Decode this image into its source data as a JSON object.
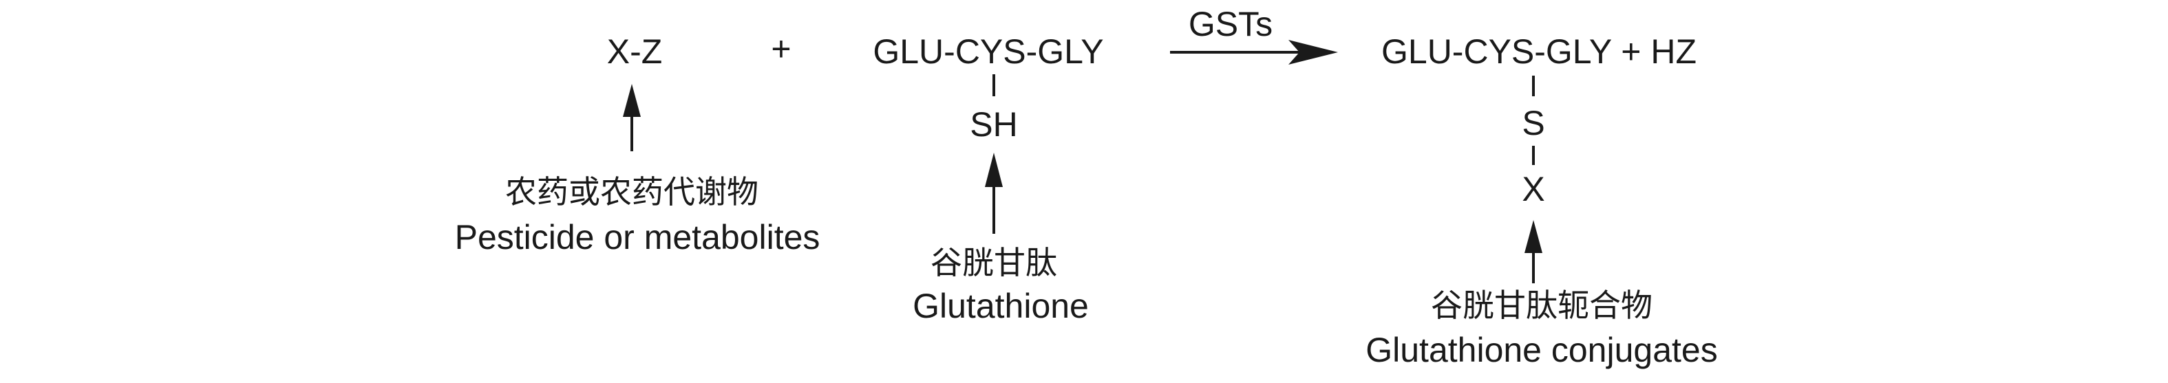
{
  "reactants": {
    "pesticide_formula": "X-Z",
    "plus_sign": "+",
    "glutathione_formula": "GLU-CYS-GLY",
    "thiol_group": "SH"
  },
  "reaction": {
    "enzyme_label": "GSTs"
  },
  "products": {
    "conjugate_formula": "GLU-CYS-GLY + HZ",
    "sulfur_atom": "S",
    "substituent_x": "X"
  },
  "annotations": {
    "pesticide": {
      "label_cn": "农药或农药代谢物",
      "label_en": "Pesticide or metabolites"
    },
    "glutathione": {
      "label_cn": "谷胱甘肽",
      "label_en": "Glutathione"
    },
    "conjugates": {
      "label_cn": "谷胱甘肽轭合物",
      "label_en": "Glutathione conjugates"
    }
  },
  "colors": {
    "ink": "#1a1a1a",
    "background": "#ffffff"
  }
}
